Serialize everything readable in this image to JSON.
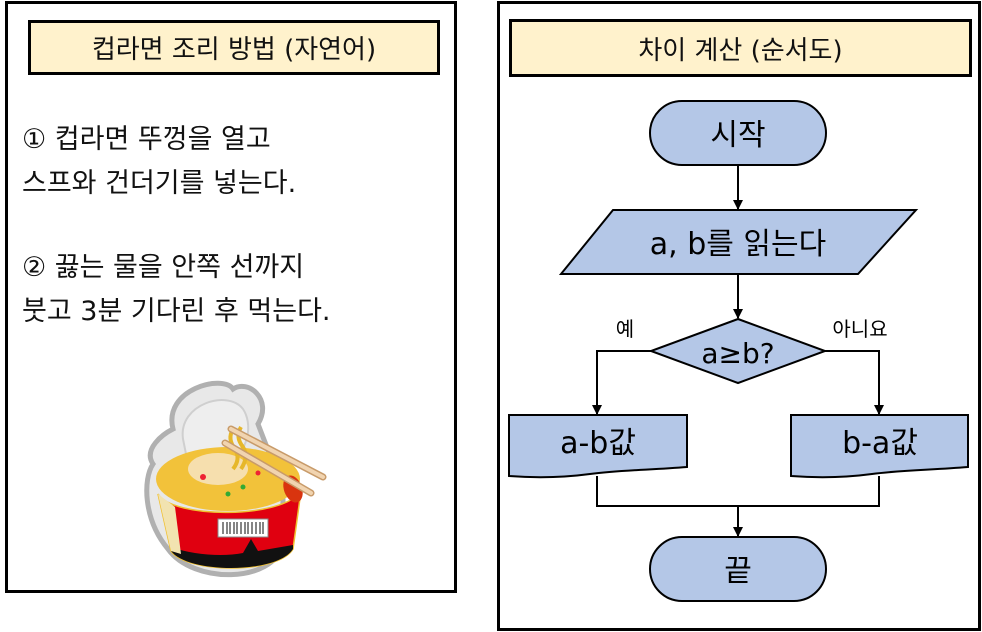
{
  "left": {
    "title": "컵라면 조리 방법 (자연어)",
    "steps": [
      {
        "lines": [
          "① 컵라면 뚜껑을 열고",
          "스프와 건더기를 넣는다."
        ]
      },
      {
        "lines": [
          "② 끓는 물을 안쪽 선까지",
          "붓고 3분 기다린 후 먹는다."
        ]
      }
    ],
    "image": "cup-noodle-illustration"
  },
  "right": {
    "title": "차이 계산 (순서도)",
    "flowchart": {
      "start": "시작",
      "input": "a, b를 읽는다",
      "decision": "a≥b?",
      "yes_label": "예",
      "no_label": "아니요",
      "yes_output": "a-b값",
      "no_output": "b-a값",
      "end": "끝"
    }
  },
  "colors": {
    "title_bg": "#fff2cc",
    "shape_fill": "#b4c7e7",
    "border": "#000000"
  }
}
